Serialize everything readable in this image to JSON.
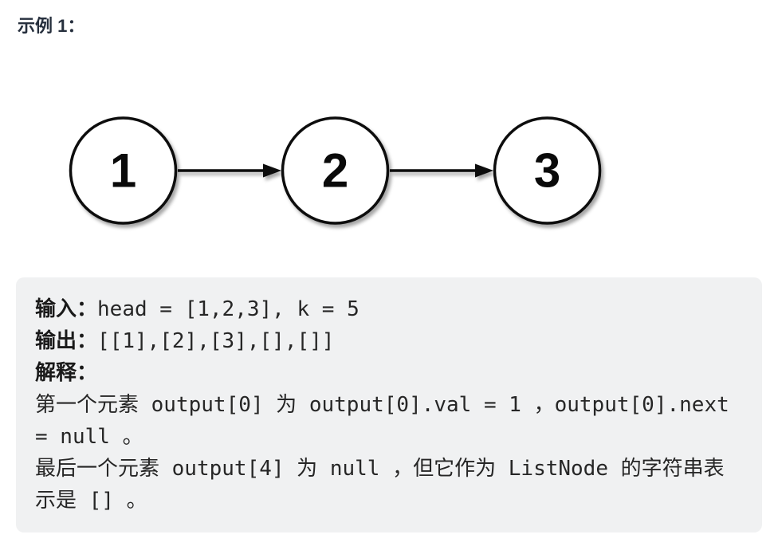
{
  "heading": "示例 1：",
  "diagram": {
    "type": "singly-linked-list",
    "nodes": [
      "1",
      "2",
      "3"
    ]
  },
  "example_block": {
    "input_label": "输入：",
    "input_value": "head = [1,2,3], k = 5",
    "output_label": "输出：",
    "output_value": "[[1],[2],[3],[],[]]",
    "explanation_label": "解释：",
    "explanation_lines": [
      "第一个元素 output[0] 为 output[0].val = 1 ，output[0].next = null 。",
      "最后一个元素 output[4] 为 null ，但它作为 ListNode 的字符串表示是 [] 。"
    ]
  },
  "colors": {
    "block_background": "#f0f1f2",
    "heading_text": "#262f3d",
    "body_text": "#262626",
    "node_stroke": "#0a0a0a",
    "node_fill": "#ffffff"
  }
}
